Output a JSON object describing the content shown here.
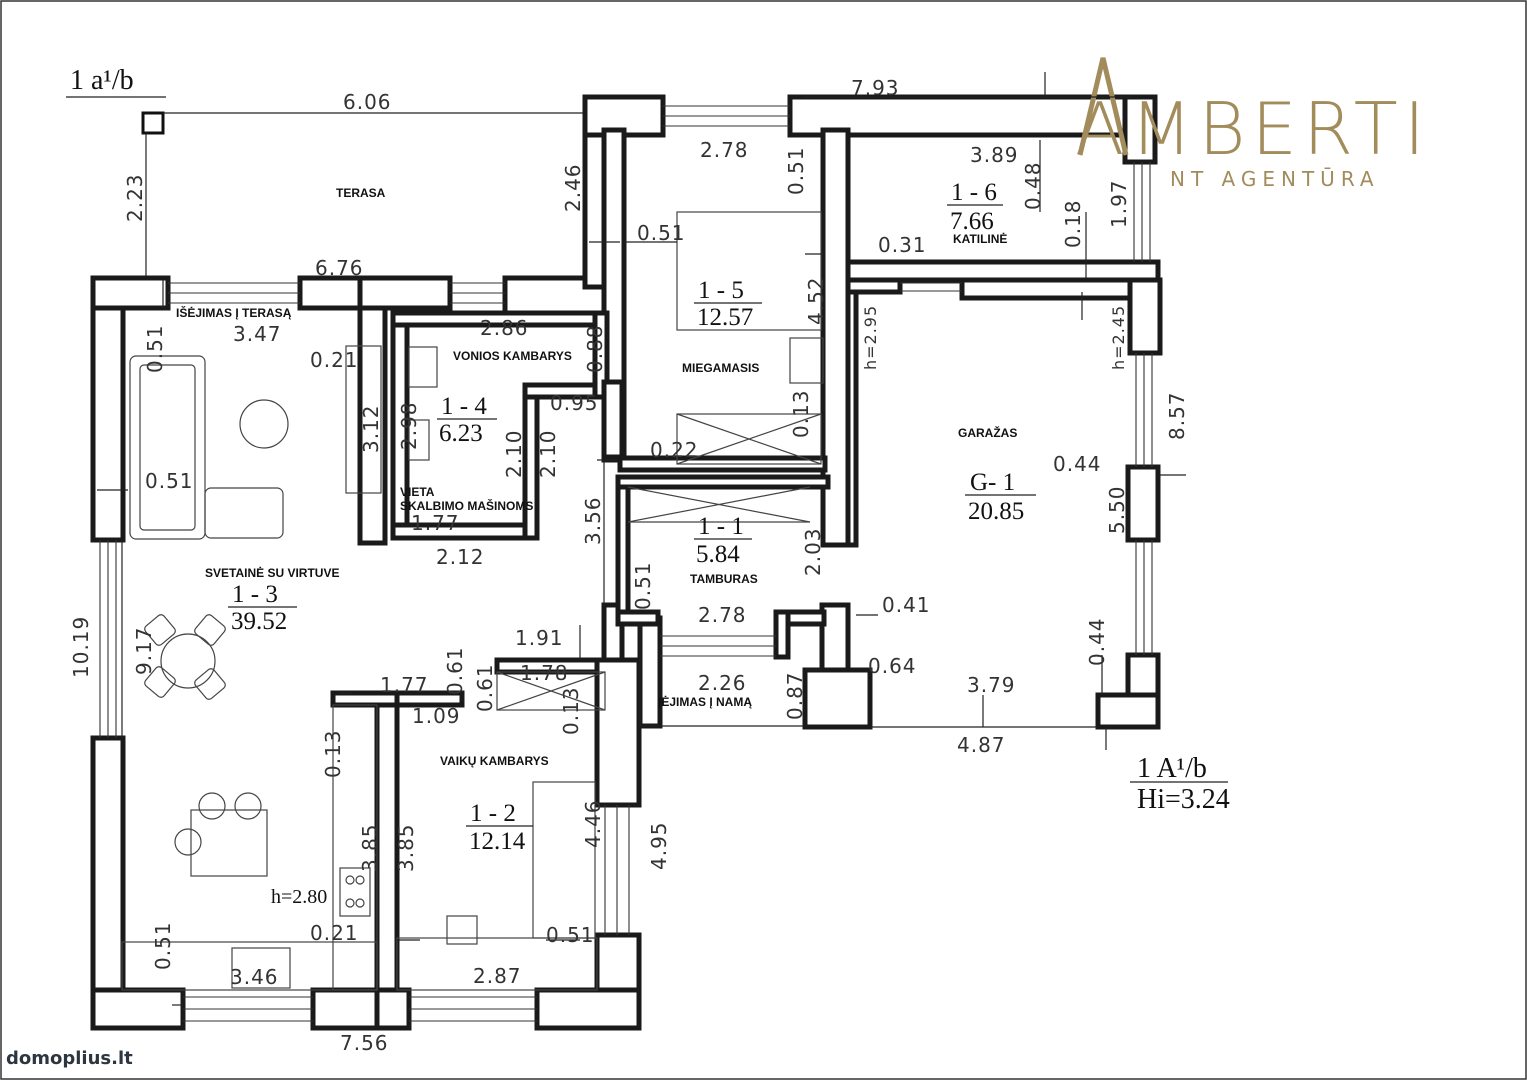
{
  "logo": {
    "name": "AMBERTI",
    "tagline": "NT AGENTŪRA",
    "color": "#a38c5c"
  },
  "watermark": "domoplius.lt",
  "plan_code_top": "1 a¹/b",
  "plan_code_bottom": "1 A¹/b",
  "height_note": "Hi=3.24",
  "rooms": {
    "terasa": {
      "name": "TERASA"
    },
    "r13": {
      "name": "SVETAINĖ SU VIRTUVE",
      "id": "1 - 3",
      "area": "39.52"
    },
    "r14": {
      "name": "VONIOS KAMBARYS",
      "id": "1 - 4",
      "area": "6.23"
    },
    "r15": {
      "name": "MIEGAMASIS",
      "id": "1 - 5",
      "area": "12.57"
    },
    "r16": {
      "name": "KATILINĖ",
      "id": "1 - 6",
      "area": "7.66"
    },
    "r11": {
      "name": "TAMBURAS",
      "id": "1 - 1",
      "area": "5.84"
    },
    "r12": {
      "name": "VAIKŲ KAMBARYS",
      "id": "1 - 2",
      "area": "12.14"
    },
    "g1": {
      "name": "GARAŽAS",
      "id": "G- 1",
      "area": "20.85"
    }
  },
  "labels": {
    "exit_terrace": "IŠĖJIMAS Į TERASĄ",
    "washer_1": "VIETA",
    "washer_2": "SKALBIMO MAŠINOMS",
    "entrance": "ĮĖJIMAS Į NAMĄ",
    "h280": "h=2.80",
    "h295": "h=2.95",
    "h245": "h=2.45"
  },
  "dims": {
    "d606": "6.06",
    "d793": "7.93",
    "d223": "2.23",
    "d246": "2.46",
    "d278a": "2.78",
    "d051a": "0.51",
    "d389": "3.89",
    "d048": "0.48",
    "d197": "1.97",
    "d031": "0.31",
    "d018": "0.18",
    "d051b": "0.51",
    "d452": "4.52",
    "d676": "6.76",
    "d347": "3.47",
    "d286": "2.86",
    "d088": "0.88",
    "d051c": "0.51",
    "d021a": "0.21",
    "d312": "3.12",
    "d298": "2.98",
    "d095": "0.95",
    "d210a": "2.10",
    "d210b": "2.10",
    "d013a": "0.13",
    "d022": "0.22",
    "d295x": "2.95",
    "d245x": "2.45",
    "d857": "8.57",
    "d051d": "0.51",
    "d177a": "1.77",
    "d356": "3.56",
    "d212": "2.12",
    "d203": "2.03",
    "d044a": "0.44",
    "d550": "5.50",
    "d051e": "0.51",
    "d278b": "2.78",
    "d041": "0.41",
    "d191": "1.91",
    "d1019": "10.19",
    "d917": "9.17",
    "d061a": "0.61",
    "d061b": "0.61",
    "d178": "1.78",
    "d177b": "1.77",
    "d109": "1.09",
    "d013b": "0.13",
    "d226": "2.26",
    "d087": "0.87",
    "d064": "0.64",
    "d379": "3.79",
    "d044b": "0.44",
    "d487": "4.87",
    "d013c": "0.13",
    "d385a": "3.85",
    "d385b": "3.85",
    "d446": "4.46",
    "d495": "4.95",
    "d051f": "0.51",
    "d021b": "0.21",
    "d051g": "0.51",
    "d346": "3.46",
    "d287": "2.87",
    "d756": "7.56"
  }
}
